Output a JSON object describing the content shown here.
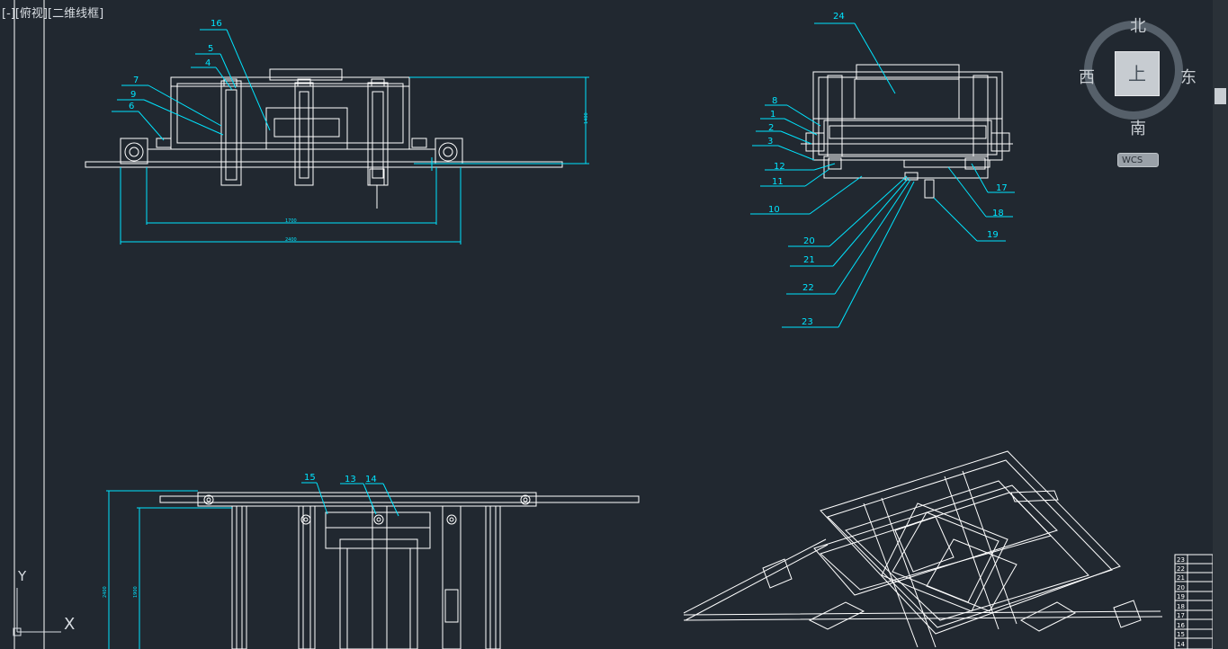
{
  "viewport": {
    "controls_label": "[-]",
    "view_label": "[俯视]",
    "style_label": "[二维线框]"
  },
  "viewcube": {
    "north": "北",
    "south": "南",
    "east": "东",
    "west": "西",
    "face": "上",
    "wcs_label": "WCS"
  },
  "ucs": {
    "x_label": "X",
    "y_label": "Y"
  },
  "balloons": {
    "front_view": [
      "16",
      "5",
      "4",
      "7",
      "9",
      "6"
    ],
    "side_view": [
      "24",
      "8",
      "1",
      "2",
      "3",
      "12",
      "11",
      "10",
      "17",
      "18",
      "19",
      "20",
      "21",
      "22",
      "23"
    ],
    "bottom_view": [
      "15",
      "13",
      "14"
    ]
  },
  "dims": {
    "front_inner": "1700",
    "front_outer": "2400",
    "front_height": "1400",
    "bottom_h1": "2400",
    "bottom_h2": "1900"
  },
  "parts_table_rows": [
    "23",
    "22",
    "21",
    "20",
    "19",
    "18",
    "17",
    "16",
    "15",
    "14"
  ],
  "colors": {
    "background": "#212830",
    "geometry": "#ffffff",
    "annotation": "#00e5ff",
    "ui_text": "#d8dde2"
  }
}
